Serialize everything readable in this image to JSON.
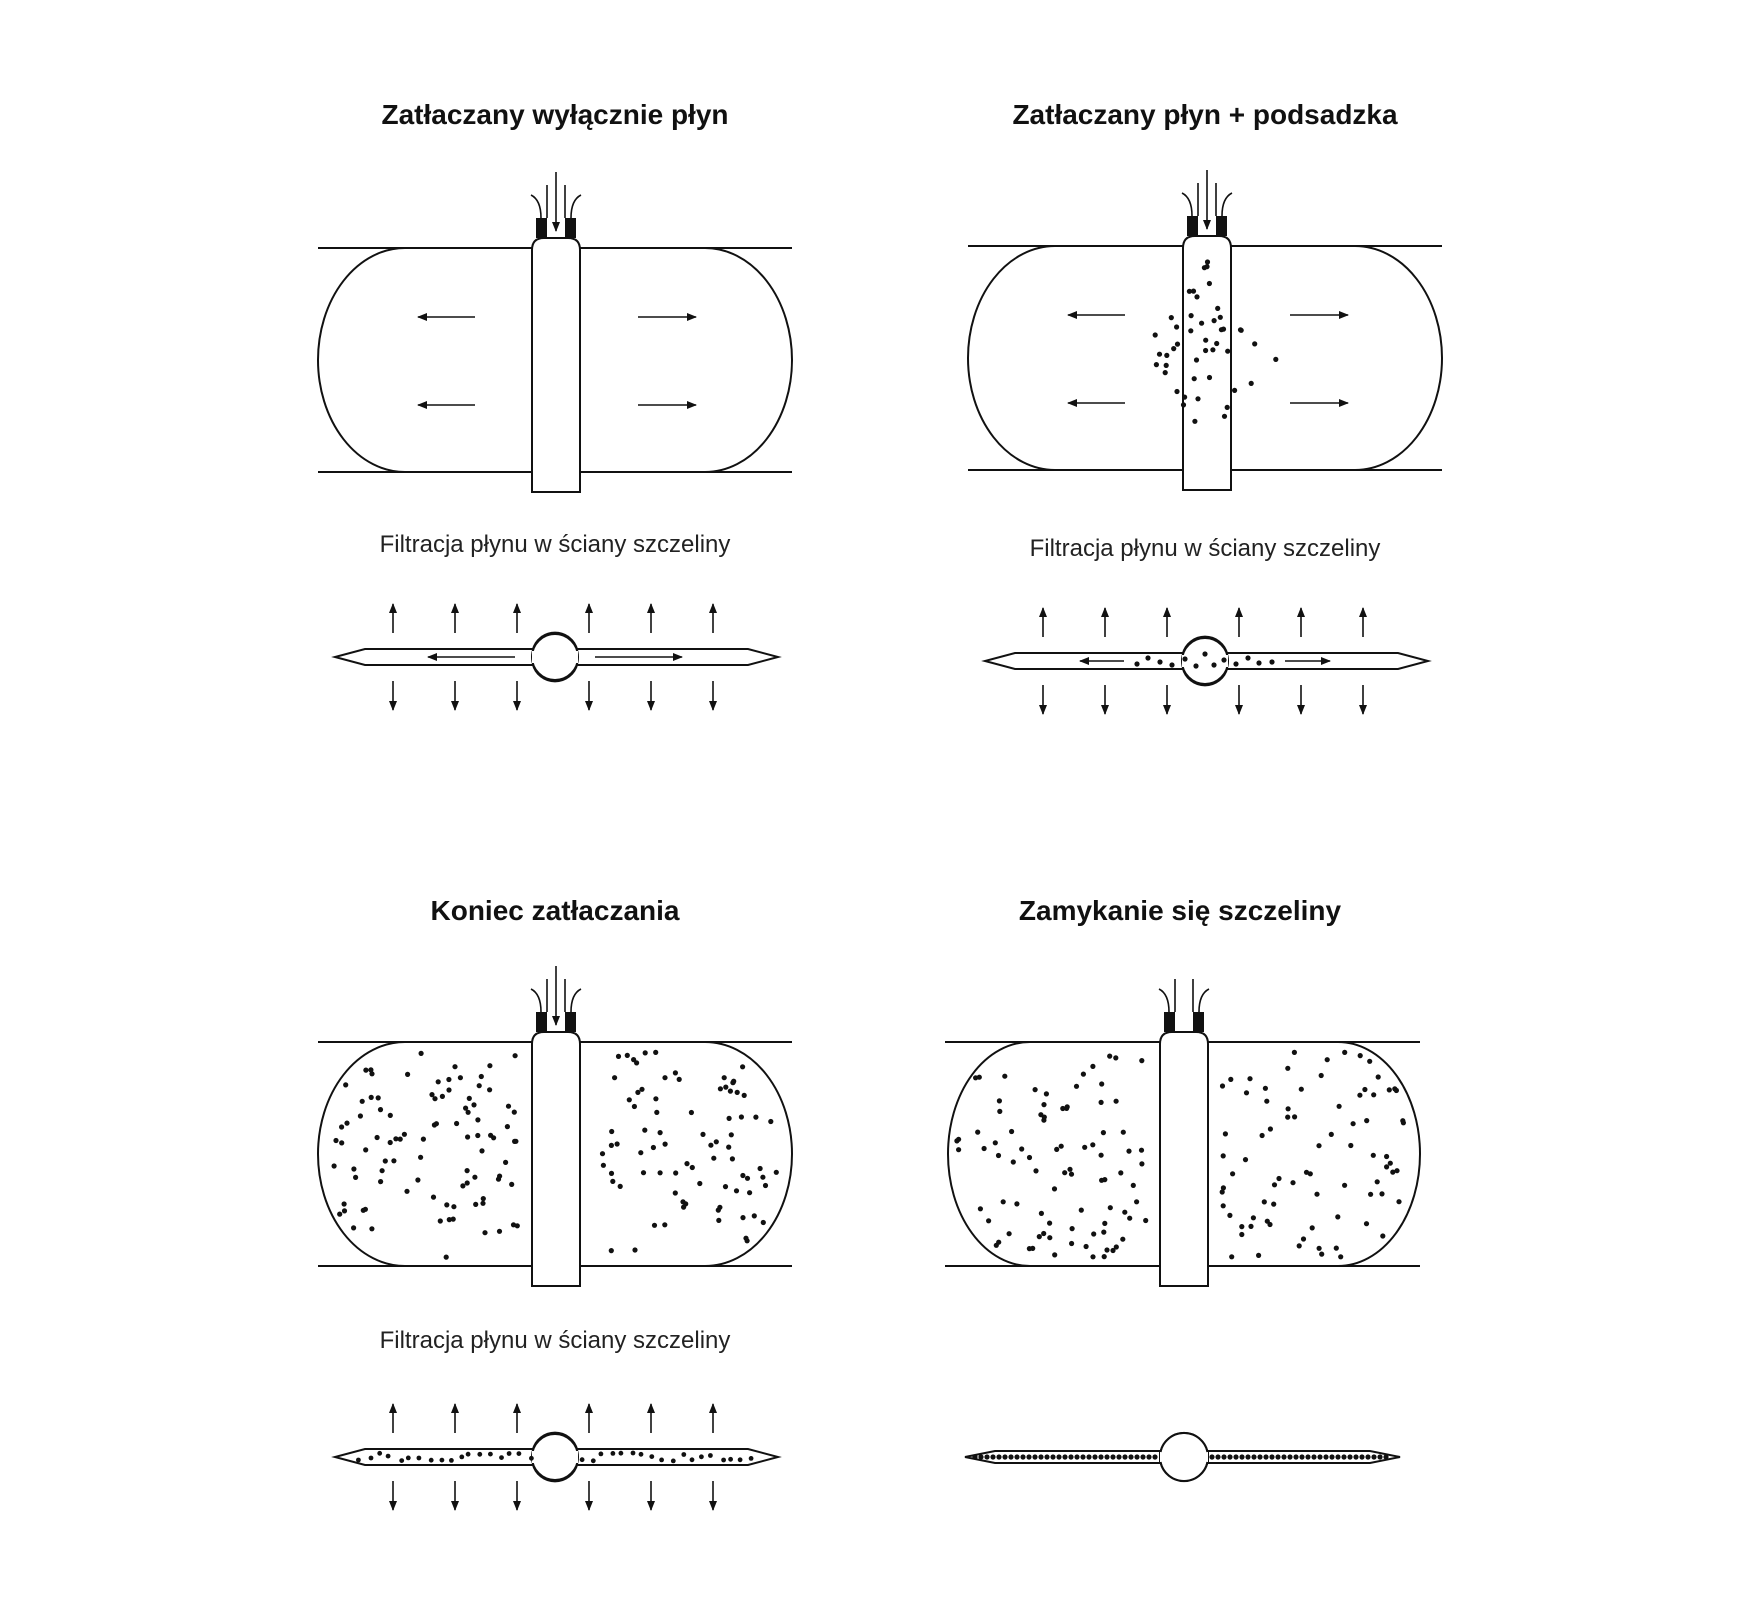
{
  "panels": [
    {
      "key": "p1",
      "title": "Zatłaczany wyłącznie płyn",
      "caption": "Filtracja płynu w ściany szczeliny"
    },
    {
      "key": "p2",
      "title": "Zatłaczany płyn + podsadzka",
      "caption": "Filtracja płynu w ściany szczeliny"
    },
    {
      "key": "p3",
      "title": "Koniec zatłaczania",
      "caption": "Filtracja płynu w ściany szczeliny"
    },
    {
      "key": "p4",
      "title": "Zamykanie się szczeliny",
      "caption": ""
    }
  ],
  "colors": {
    "ink": "#111111",
    "background": "#ffffff"
  }
}
